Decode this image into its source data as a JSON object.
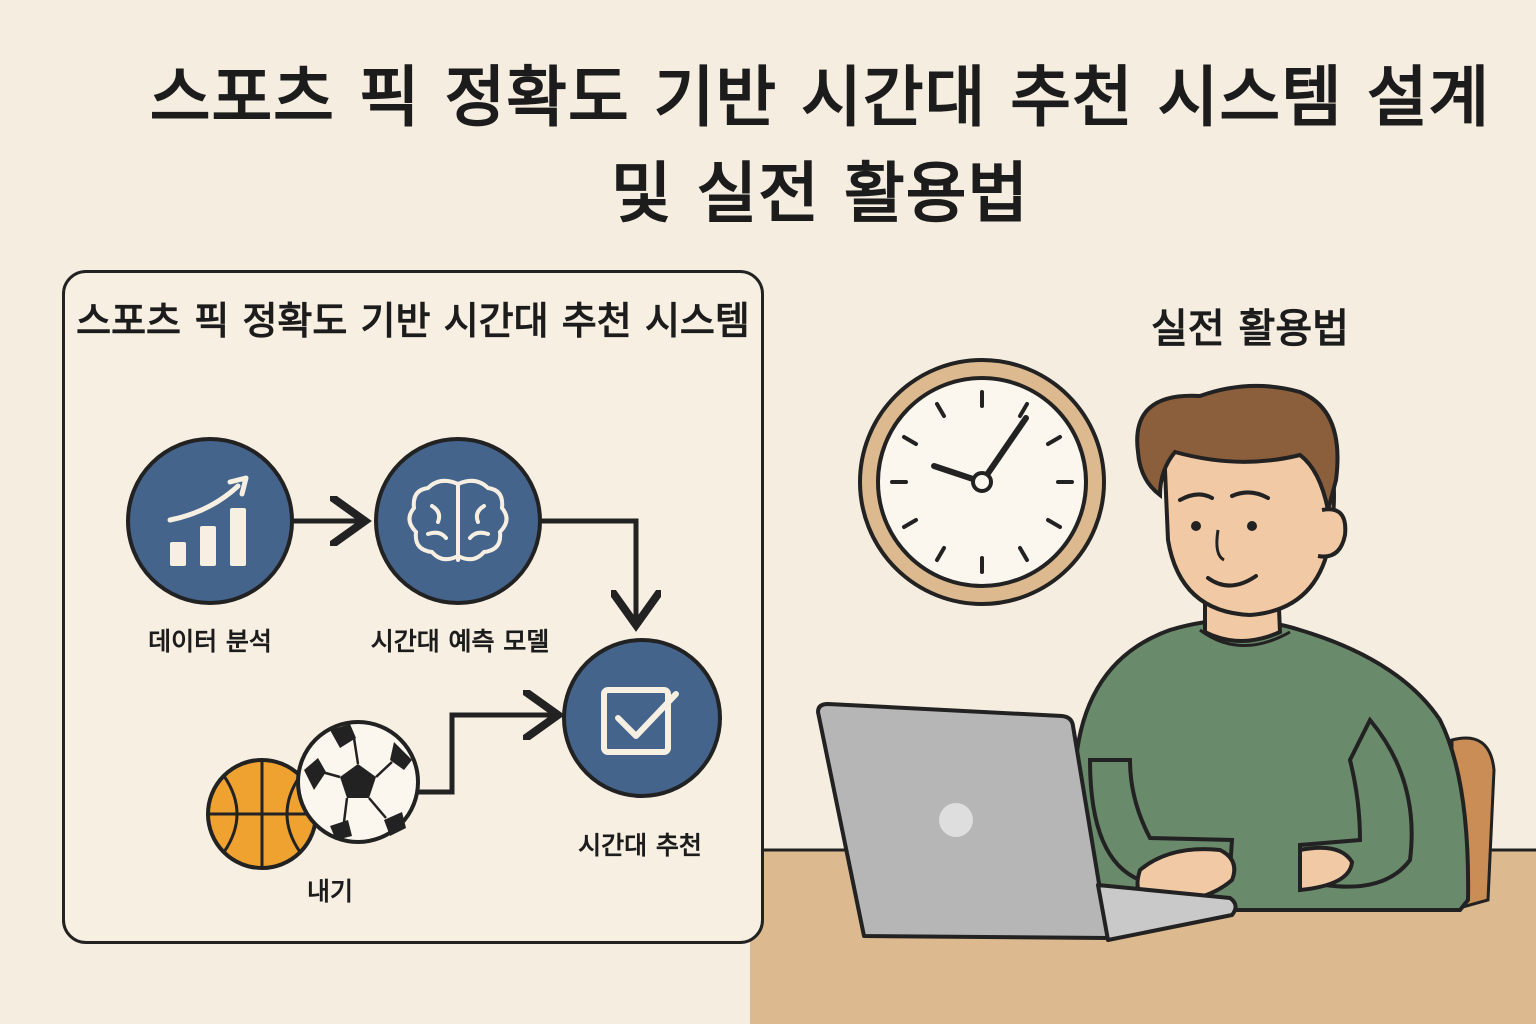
{
  "title": "스포츠 픽 정확도 기반 시간대 추천 시스템 설계 및 실전 활용법",
  "panel": {
    "title": "스포츠 픽 정확도 기반 시간대 추천 시스템",
    "steps": [
      {
        "label": "데이터 분석",
        "icon": "bar-chart-growth-icon"
      },
      {
        "label": "시간대 예측 모델",
        "icon": "brain-icon"
      },
      {
        "label": "내기",
        "icon": "balls-icon"
      },
      {
        "label": "시간대 추천",
        "icon": "checkbox-icon"
      }
    ]
  },
  "right": {
    "title": "실전 활용법"
  },
  "colors": {
    "background": "#f4ede0",
    "circle": "#44648c",
    "desk": "#dcb98e",
    "sweater": "#6a8a6c",
    "laptop": "#b6b6b6",
    "clock_frame": "#dcb98e",
    "basketball": "#f0a230"
  }
}
